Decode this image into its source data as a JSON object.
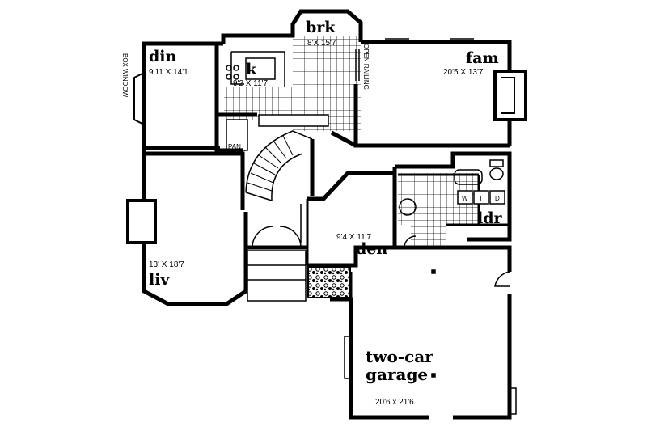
{
  "rooms": {
    "dining": {
      "name": "din",
      "dims": "9'11 X 14'1"
    },
    "kitchen": {
      "name": "k",
      "dims": "9'2 X 11'7"
    },
    "breakfast": {
      "name": "brk",
      "dims": "8'X 15'7"
    },
    "family": {
      "name": "fam",
      "dims": "20'5 X 13'7"
    },
    "living": {
      "name": "liv",
      "dims": "13' X 18'7"
    },
    "den": {
      "name": "den",
      "dims": "9'4 X 11'7"
    },
    "laundry": {
      "name": "ldr"
    },
    "garage": {
      "name_line1": "two-car",
      "name_line2": "garage",
      "dims": "20'6 x 21'6"
    }
  },
  "labels": {
    "box_window": "BOX WINDOW",
    "open_railing": "OPEN RAILING",
    "pantry": "PAN.",
    "washer": "W",
    "tub": "T",
    "dryer": "D"
  }
}
